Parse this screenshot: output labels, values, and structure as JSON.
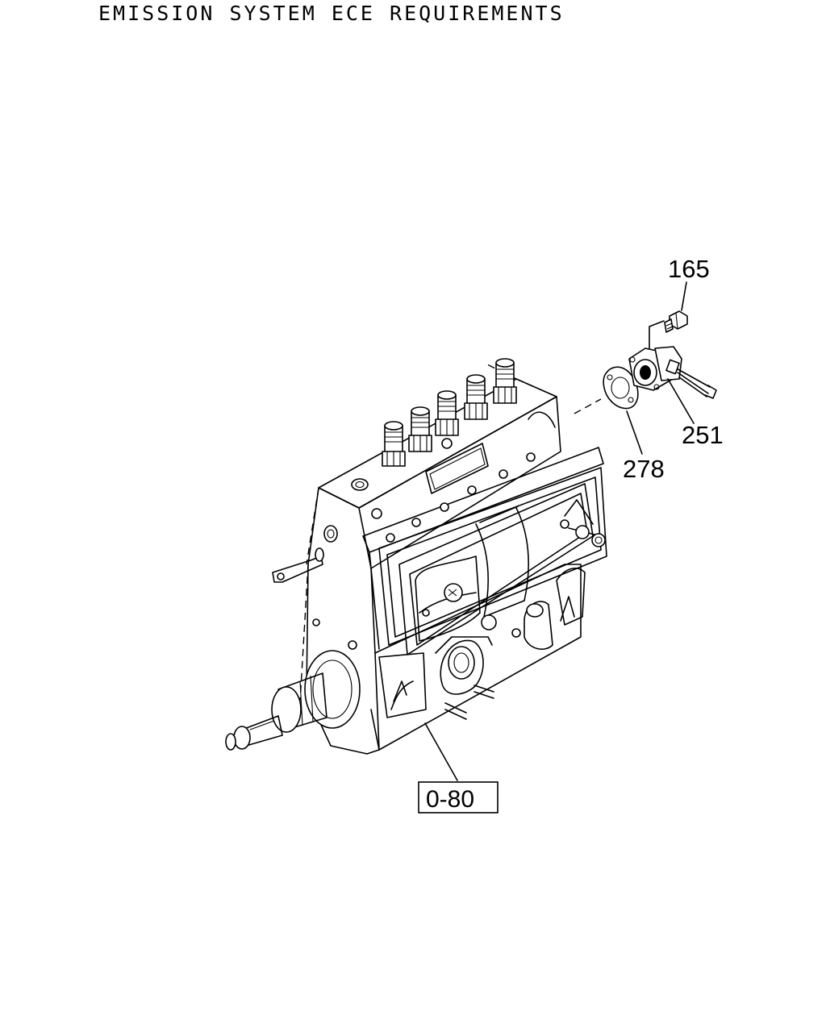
{
  "title": "EMISSION SYSTEM ECE REQUIREMENTS",
  "callouts": {
    "part_165": "165",
    "part_251": "251",
    "part_278": "278"
  },
  "reference_box": {
    "label": "0-80"
  }
}
